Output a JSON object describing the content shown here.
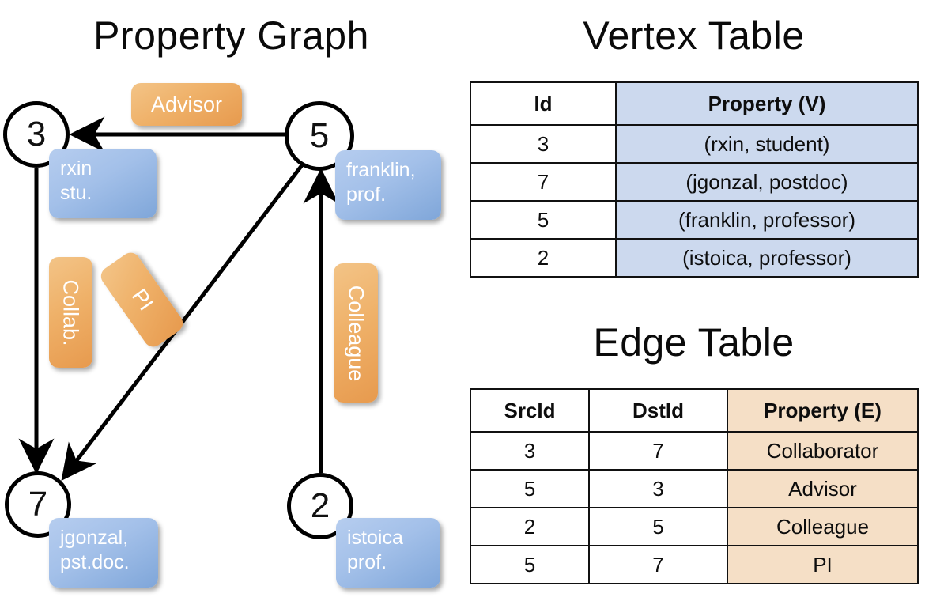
{
  "graph": {
    "title": "Property Graph",
    "nodes": [
      {
        "id": "3",
        "label": "rxin\nstu."
      },
      {
        "id": "7",
        "label": "jgonzal,\npst.doc."
      },
      {
        "id": "5",
        "label": "franklin,\nprof."
      },
      {
        "id": "2",
        "label": "istoica\nprof."
      }
    ],
    "edge_labels": [
      {
        "name": "advisor",
        "text": "Advisor"
      },
      {
        "name": "collab",
        "text": "Collab."
      },
      {
        "name": "pi",
        "text": "PI"
      },
      {
        "name": "colleague",
        "text": "Colleague"
      }
    ]
  },
  "vertex_table": {
    "title": "Vertex Table",
    "headers": [
      "Id",
      "Property (V)"
    ],
    "rows": [
      {
        "id": "3",
        "property": "(rxin, student)"
      },
      {
        "id": "7",
        "property": "(jgonzal, postdoc)"
      },
      {
        "id": "5",
        "property": "(franklin, professor)"
      },
      {
        "id": "2",
        "property": "(istoica, professor)"
      }
    ]
  },
  "edge_table": {
    "title": "Edge Table",
    "headers": [
      "SrcId",
      "DstId",
      "Property (E)"
    ],
    "rows": [
      {
        "src": "3",
        "dst": "7",
        "property": "Collaborator"
      },
      {
        "src": "5",
        "dst": "3",
        "property": "Advisor"
      },
      {
        "src": "2",
        "dst": "5",
        "property": "Colleague"
      },
      {
        "src": "5",
        "dst": "7",
        "property": "PI"
      }
    ]
  },
  "colors": {
    "vertex_fill": "#ccd9ee",
    "edge_fill": "#f5dfc6",
    "node_box_blue": "#a3c0e9",
    "edge_box_orange": "#efb169",
    "stroke": "#000000",
    "background": "#ffffff"
  }
}
